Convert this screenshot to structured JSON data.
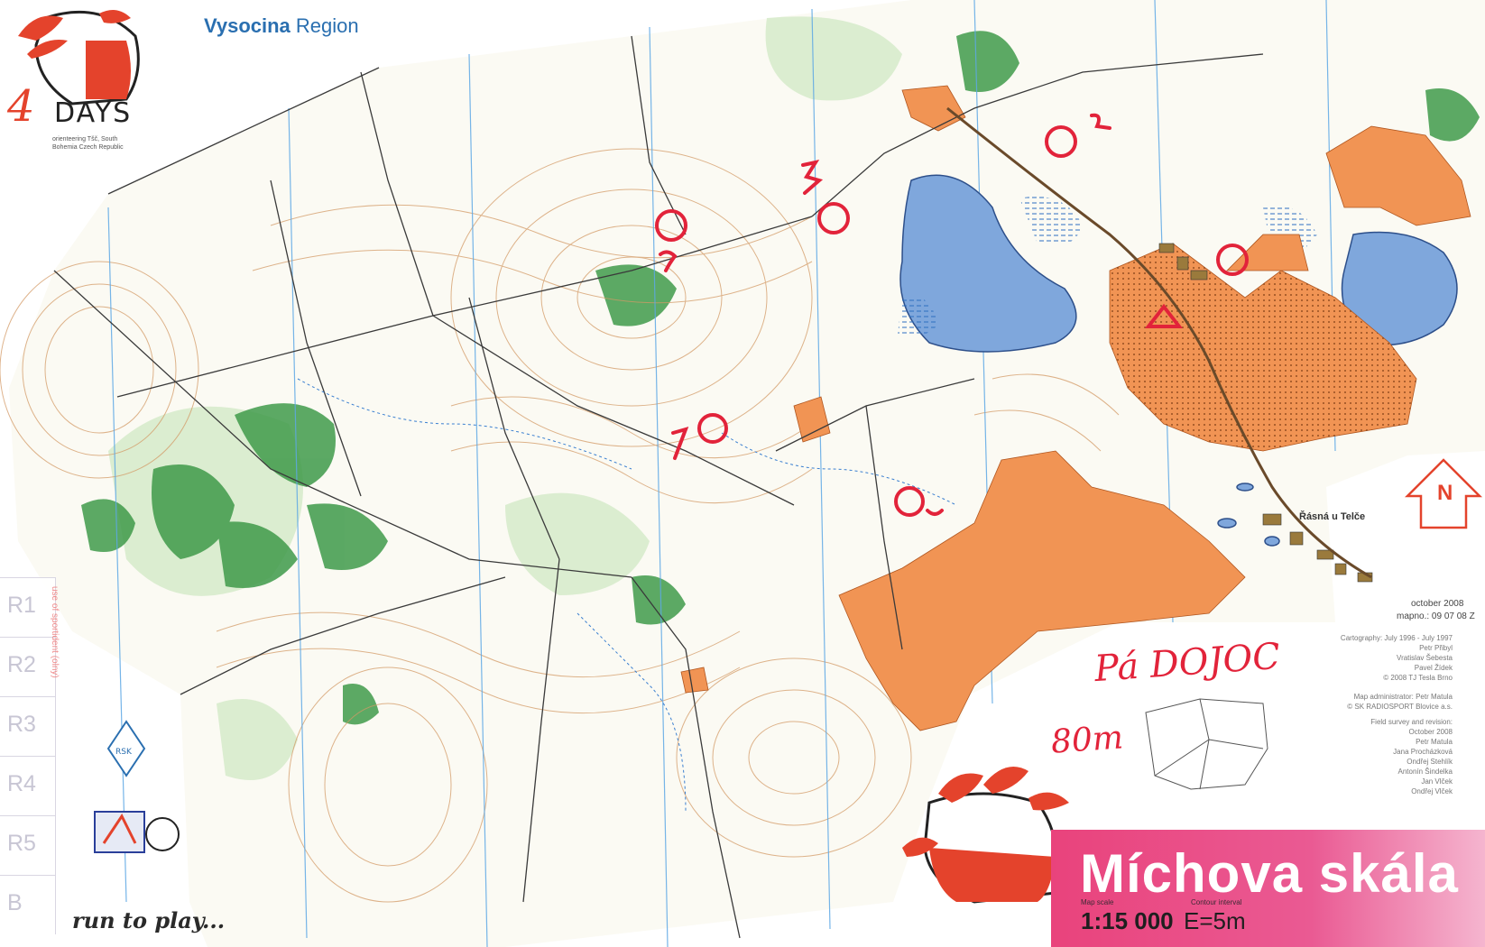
{
  "brand": {
    "numeral": "4",
    "word": "DAYS",
    "subline": "orienteering Tšč, South Bohemia Czech Republic",
    "region_bold": "Vysocina",
    "region_normal": " Region",
    "slogan": "run to play..."
  },
  "tabs": [
    "R1",
    "R2",
    "R3",
    "R4",
    "R5",
    "B"
  ],
  "side_text": "use of sportident (olny)",
  "map": {
    "place_label": "Řásná u Telče",
    "date": "october 2008",
    "map_code": "mapno.: 09 07 08 Z",
    "credits": [
      "Cartography: July 1996 - July 1997",
      "Petr Přibyl",
      "Vratislav Šebesta",
      "Pavel Žídek",
      "© 2008 TJ Tesla Brno",
      "Map administrator: Petr Matula",
      "© SK RADIOSPORT Blovice a.s.",
      "Field survey and revision:",
      "October 2008",
      "Petr Matula",
      "Jana Procházková",
      "Ondřej Stehlík",
      "Antonín Šindelka",
      "Jan Vlček",
      "Ondřej Vlček"
    ],
    "north_label": "N",
    "title": "Míchova skála",
    "scale_label": "Map scale",
    "scale": "1:15 000",
    "contour_label": "Contour interval",
    "contour": "E=5m"
  },
  "annotations": [
    "Pá DOJOC",
    "80m"
  ],
  "colors": {
    "paper": "#fbfaf3",
    "contour": "#d39a66",
    "green": "#3f9a4a",
    "light_green": "#bfe0b4",
    "water": "#7fa7dc",
    "orange": "#f19454",
    "grid": "#5ea8e5",
    "track": "#3a3a3a",
    "pen": "#e2233a",
    "title_band": "#e9437c"
  }
}
